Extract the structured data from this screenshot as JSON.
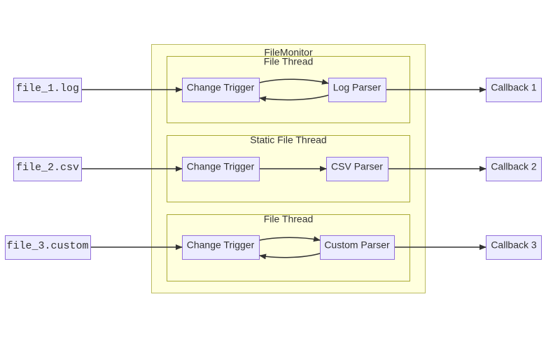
{
  "diagram": {
    "monitor": {
      "label": "FileMonitor"
    },
    "threads": [
      {
        "title": "File Thread",
        "input": "file_1.log",
        "trigger": "Change Trigger",
        "parser": "Log Parser",
        "callback": "Callback 1",
        "bidirectional": true
      },
      {
        "title": "Static File Thread",
        "input": "file_2.csv",
        "trigger": "Change Trigger",
        "parser": "CSV Parser",
        "callback": "Callback 2",
        "bidirectional": false
      },
      {
        "title": "File Thread",
        "input": "file_3.custom",
        "trigger": "Change Trigger",
        "parser": "Custom Parser",
        "callback": "Callback 3",
        "bidirectional": true
      }
    ]
  },
  "colors": {
    "node_fill": "#ececff",
    "node_stroke": "#9370db",
    "cluster_fill": "#ffffde",
    "cluster_stroke": "#aaaa33",
    "edge": "#333333",
    "text": "#333333"
  }
}
